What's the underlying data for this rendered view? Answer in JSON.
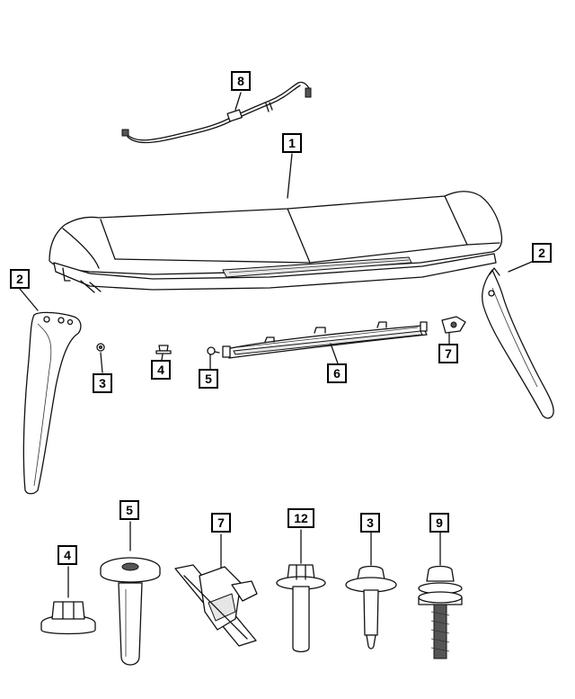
{
  "callouts": {
    "c1": "1",
    "c2_left": "2",
    "c2_right": "2",
    "c3_top": "3",
    "c4_top": "4",
    "c5_top": "5",
    "c6": "6",
    "c7_top": "7",
    "c8": "8",
    "c4_bottom": "4",
    "c5_bottom": "5",
    "c7_bottom": "7",
    "c12": "12",
    "c3_bottom": "3",
    "c9": "9"
  }
}
